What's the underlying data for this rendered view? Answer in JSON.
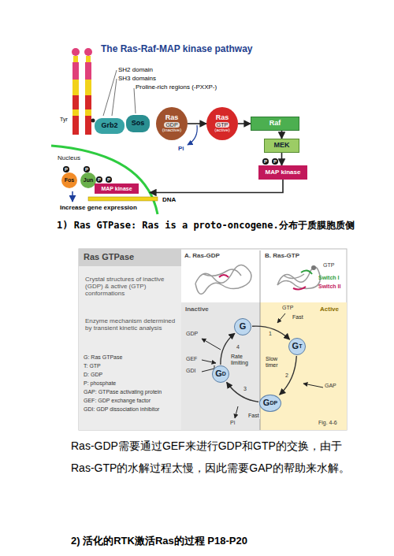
{
  "diagram": {
    "title": "The Ras-Raf-MAP kinase pathway",
    "nodes": [
      {
        "text": [
          "Grb2"
        ]
      },
      {
        "text": [
          "Sos"
        ]
      },
      {
        "text": [
          "Ras",
          "GDP",
          "(inactive)"
        ]
      },
      {
        "text": [
          "Ras",
          "GTP",
          "(active)"
        ]
      },
      {
        "text": [
          "Raf"
        ]
      },
      {
        "text": [
          "MEK"
        ]
      },
      {
        "text": [
          "MAP kinase"
        ]
      },
      {
        "text": [
          "Nucleus"
        ]
      },
      {
        "text": [
          "Fos"
        ],
        "in": 7
      },
      {
        "text": [
          "Jun"
        ],
        "in": 7
      },
      {
        "text": [
          "MAP kinase"
        ],
        "in": 7
      },
      {
        "text": [
          "G"
        ]
      },
      {
        "text": [
          "G",
          "T"
        ]
      },
      {
        "text": [
          "G",
          "DP"
        ]
      },
      {
        "text": [
          "G",
          "D"
        ]
      }
    ],
    "edges": [
      {
        "from": 2,
        "to": 3,
        "arrow": "to"
      },
      {
        "from": 3,
        "to": 4,
        "arrow": "to"
      },
      {
        "from": 4,
        "to": 5,
        "arrow": "to"
      },
      {
        "from": 5,
        "to": 6,
        "arrow": "to"
      },
      {
        "from": 6,
        "to": 7,
        "arrow": "to"
      },
      {
        "from": 11,
        "to": 12,
        "label": "Fast",
        "arrow": "to"
      },
      {
        "from": 12,
        "to": 13,
        "label": "Slow timer",
        "arrow": "to"
      },
      {
        "from": 13,
        "to": 14,
        "label": "Fast",
        "arrow": "to"
      },
      {
        "from": 14,
        "to": 11,
        "label": "Rate limiting",
        "arrow": "to"
      }
    ],
    "labels": [
      "SH2 domain",
      "SH3 domains",
      "Proline-rich regions (-PXXP-)",
      "Tyr",
      "Pi",
      "P",
      "P",
      "P",
      "P",
      "P",
      "P",
      "Increase gene expression",
      "DNA",
      "1) Ras GTPase: Ras is a proto-oncogene.分布于质膜胞质侧",
      "Ras GTPase",
      "Crystal structures of inactive (GDP) & active (GTP) conformations",
      "Enzyme mechanism determined by transient kinetic analysis",
      "G: Ras GTPase",
      "T: GTP",
      "D: GDP",
      "P: phosphate",
      "GAP: GTPase activating protein",
      "GEF: GDP exchange factor",
      "GDI: GDP dissociation inhibitor",
      "A. Ras-GDP",
      "B. Ras-GTP",
      "GTP",
      "Switch I",
      "Switch II",
      "Inactive",
      "Active",
      "1",
      "2",
      "3",
      "4",
      "GTP",
      "GAP",
      "Pi",
      "GDP",
      "GEF",
      "GDI",
      "Fig. 4-6",
      "Ras-GDP需要通过GEF来进行GDP和GTP的交换，由于Ras-GTP的水解过程太慢，因此需要GAP的帮助来水解。",
      "2) 活化的RTK激活Ras的过程 P18-P20"
    ]
  }
}
